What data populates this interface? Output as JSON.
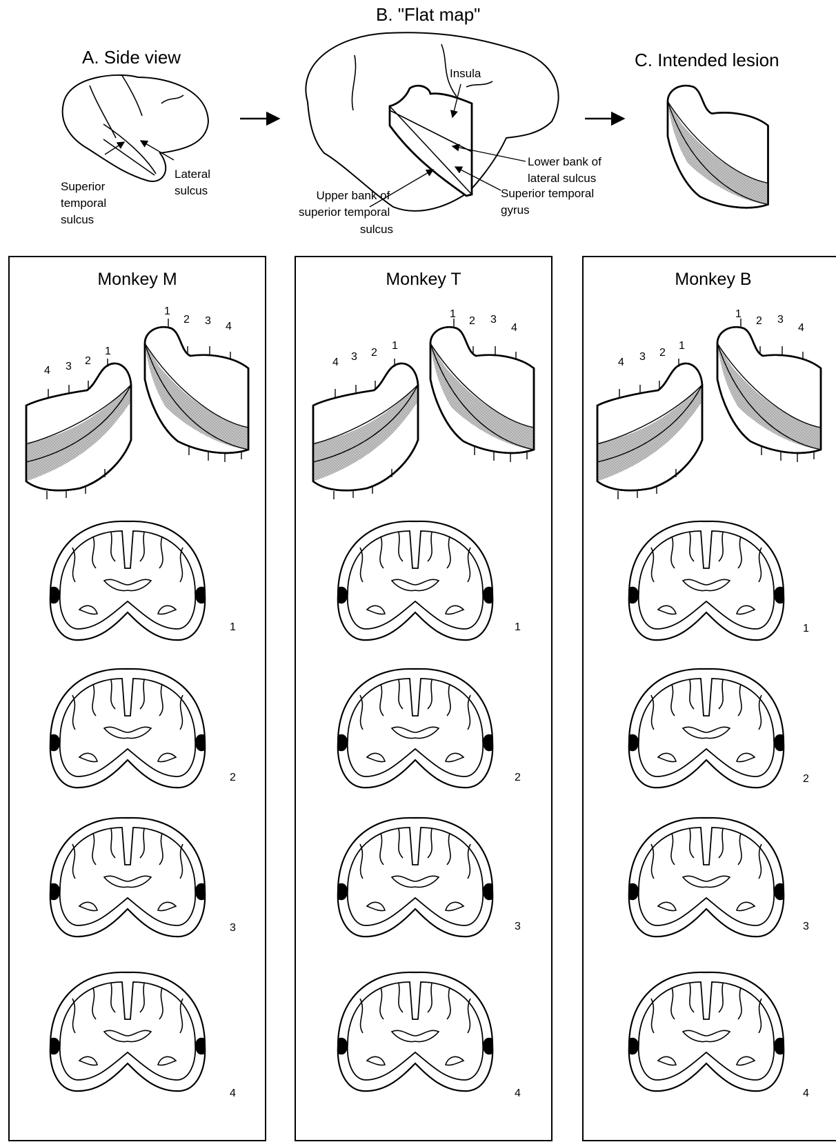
{
  "panel_a": {
    "title": "A. Side view",
    "label_sts": [
      "Superior",
      "temporal",
      "sulcus"
    ],
    "label_ls": [
      "Lateral",
      "sulcus"
    ]
  },
  "panel_b": {
    "title": "B. \"Flat map\"",
    "label_insula": "Insula",
    "label_lower_bank": [
      "Lower bank of",
      "lateral sulcus"
    ],
    "label_upper_bank": [
      "Upper bank of",
      "superior temporal",
      "sulcus"
    ],
    "label_stg": [
      "Superior temporal",
      "gyrus"
    ]
  },
  "panel_c": {
    "title": "C. Intended lesion"
  },
  "monkeys": [
    {
      "name": "Monkey M"
    },
    {
      "name": "Monkey T"
    },
    {
      "name": "Monkey B"
    }
  ],
  "section_numbers": [
    "1",
    "2",
    "3",
    "4"
  ],
  "colors": {
    "lesion_fill": "#b9b9b9",
    "lesion_dark": "#000000",
    "stroke": "#000000"
  }
}
